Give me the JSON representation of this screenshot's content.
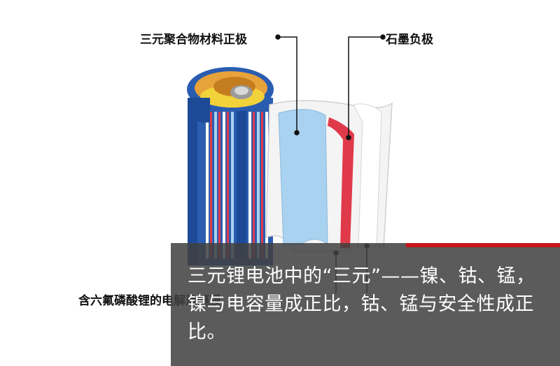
{
  "labels": {
    "cathode": "三元聚合物材料正极",
    "anode": "石墨负极",
    "electrolyte": "含六氟磷酸锂的电解液隔膜"
  },
  "caption": {
    "text": "三元锂电池中的“三元”——镍、钴、锰，镍与电容量成正比，钴、锰与安全性成正比。"
  },
  "colors": {
    "cell_blue": "#2a5db0",
    "cap_orange": "#e8a23a",
    "cap_yellow": "#f2d23a",
    "separator_light_blue": "#a9d2f0",
    "anode_red": "#e03a4a",
    "accent_red": "#c8141c"
  }
}
